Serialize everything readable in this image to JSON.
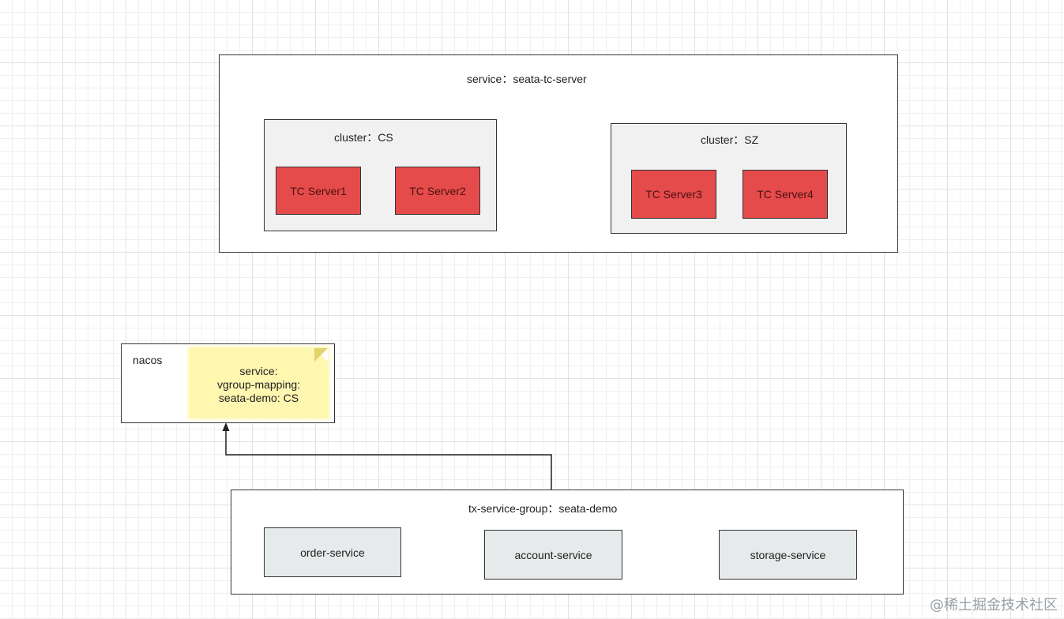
{
  "service_box": {
    "label": "service：seata-tc-server",
    "clusters": [
      {
        "label": "cluster：CS",
        "servers": [
          "TC Server1",
          "TC Server2"
        ]
      },
      {
        "label": "cluster：SZ",
        "servers": [
          "TC Server3",
          "TC Server4"
        ]
      }
    ]
  },
  "nacos": {
    "label": "nacos",
    "note_lines": [
      "service:",
      "vgroup-mapping:",
      "seata-demo: CS"
    ]
  },
  "tx_group": {
    "label": "tx-service-group：seata-demo",
    "services": [
      "order-service",
      "account-service",
      "storage-service"
    ]
  },
  "watermark": "@稀土掘金技术社区",
  "colors": {
    "server_fill": "#e64b4b",
    "cluster_fill": "#f1f1f1",
    "service_fill": "#e6eaeb",
    "note_fill": "#fff6b0"
  }
}
